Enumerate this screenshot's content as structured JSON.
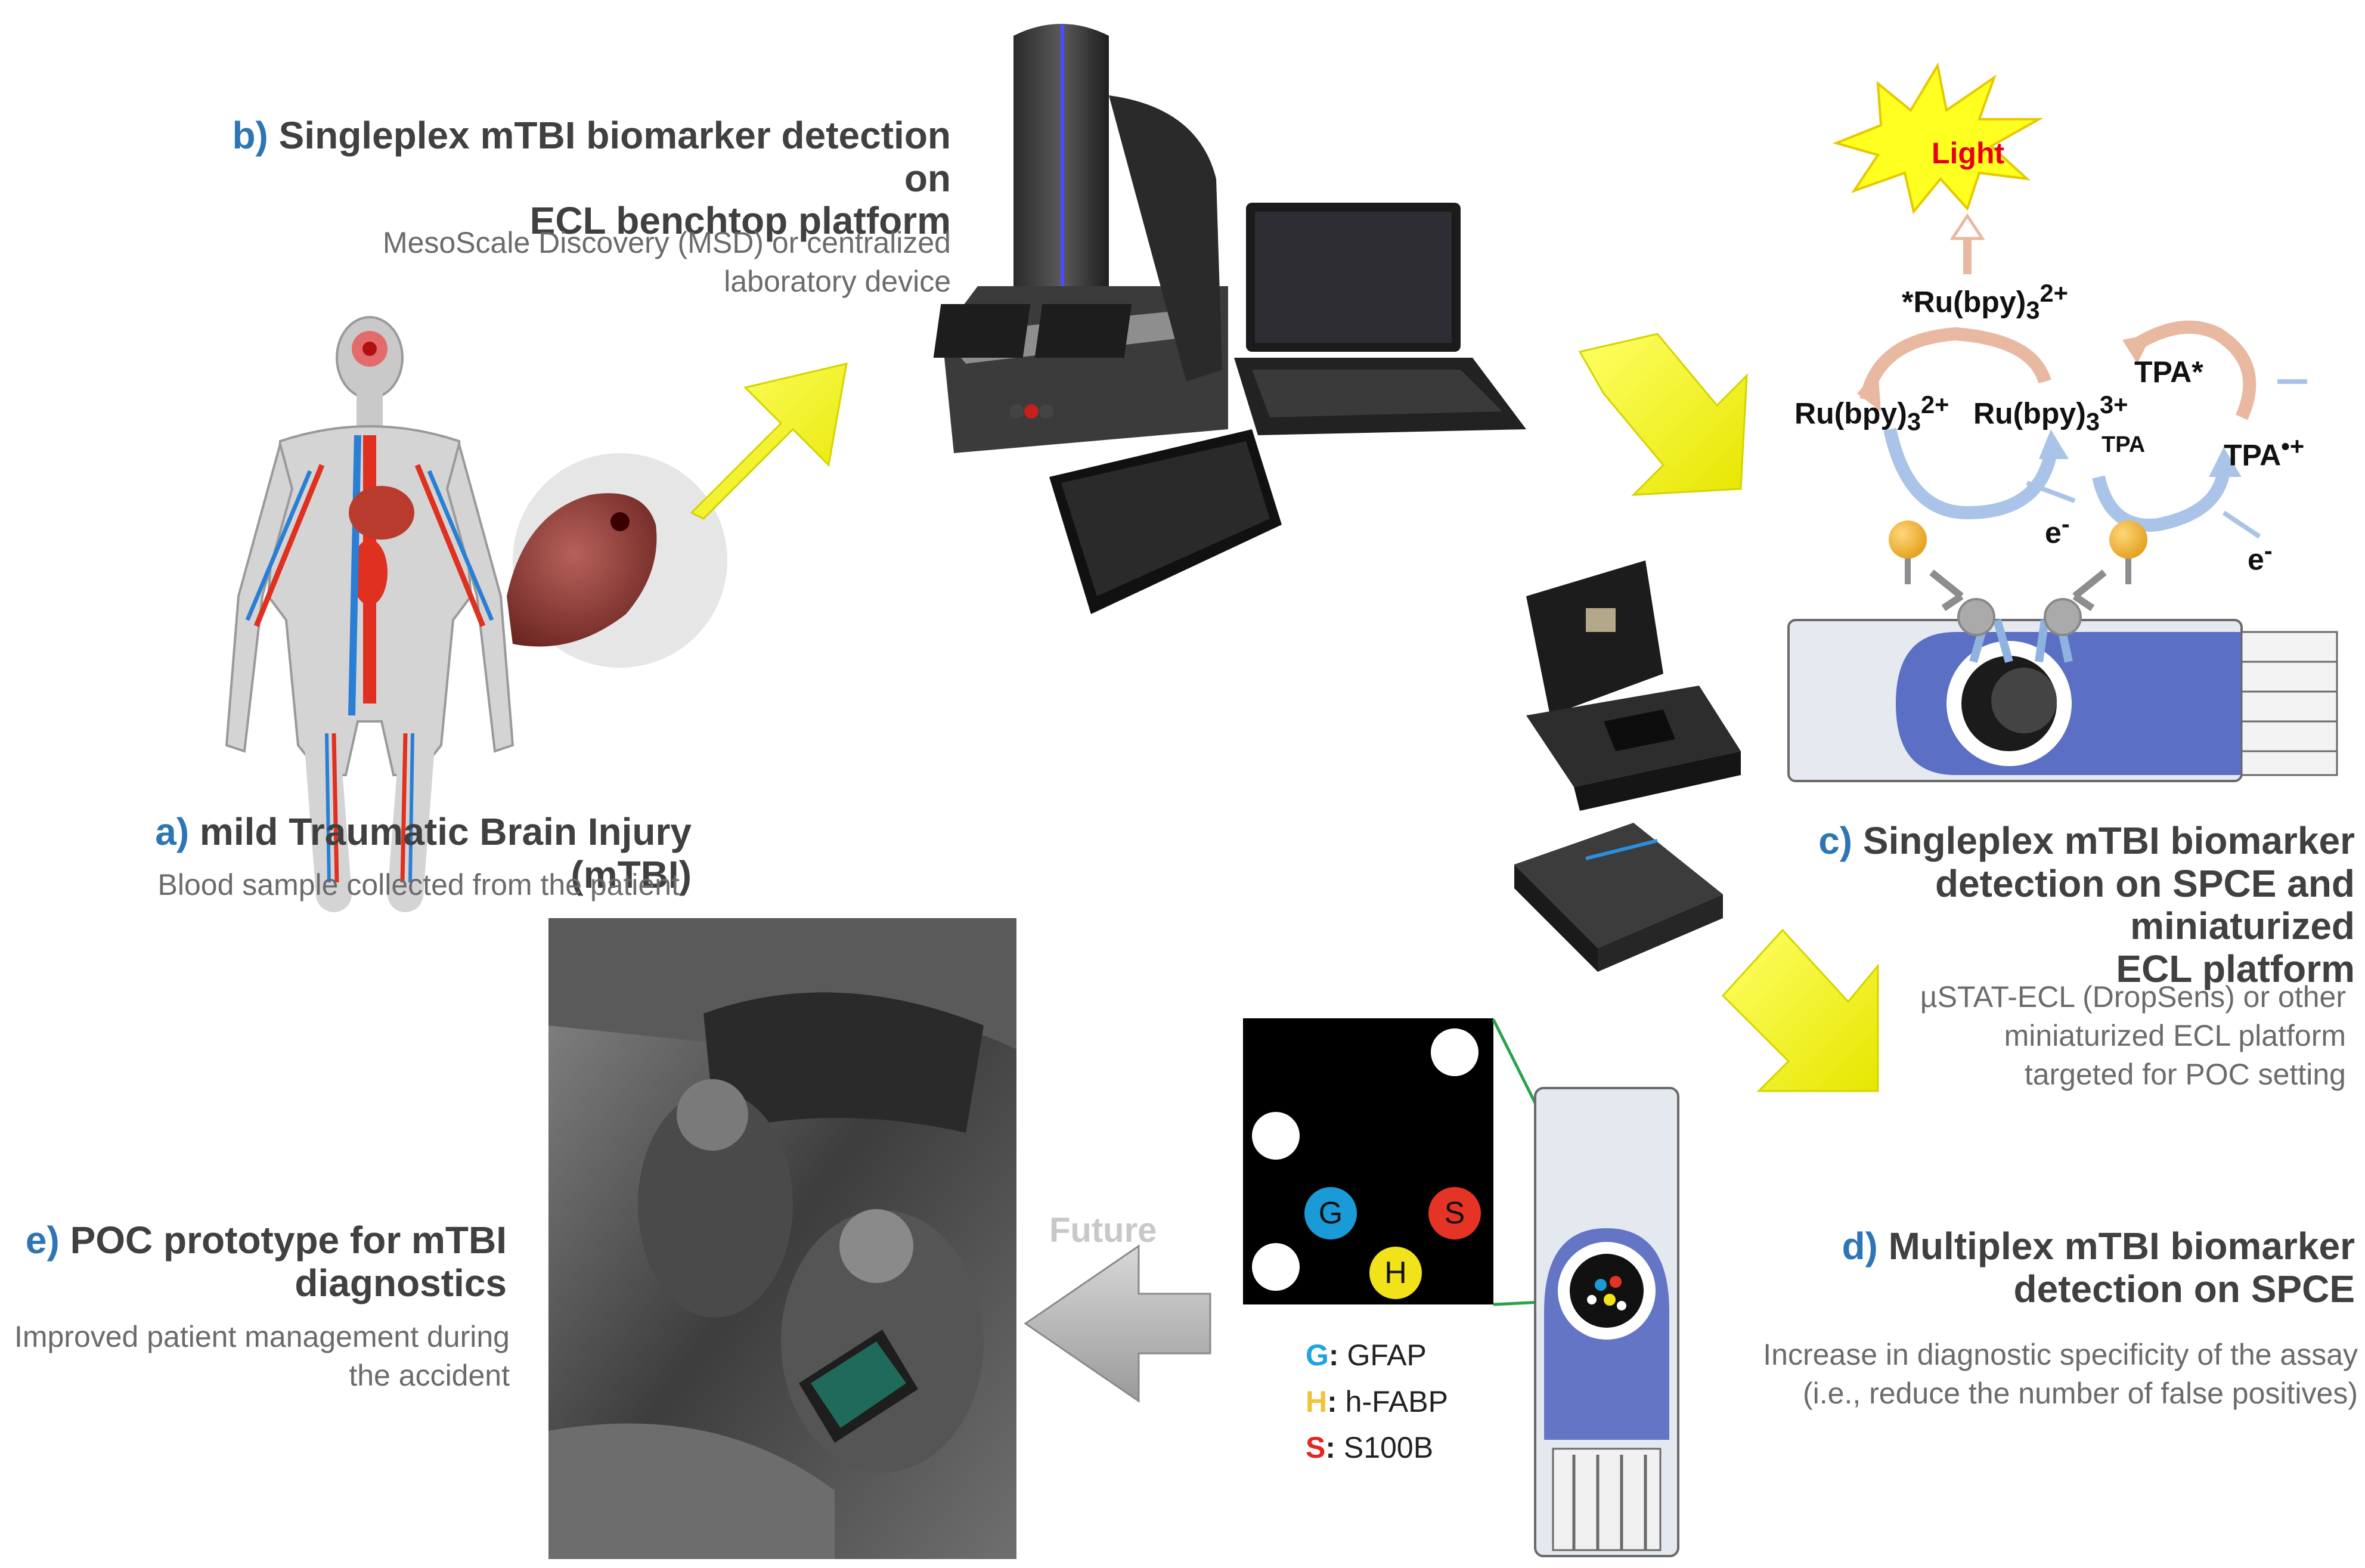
{
  "panel_a": {
    "letter": "a)",
    "title": "mild Traumatic Brain Injury (mTBI)",
    "subtitle": "Blood sample collected from the patient"
  },
  "panel_b": {
    "letter": "b)",
    "title_line1": "Singleplex mTBI biomarker detection on",
    "title_line2": "ECL benchtop platform",
    "subtitle_line1": "MesoScale Discovery (MSD) or centralized",
    "subtitle_line2": "laboratory device"
  },
  "panel_c": {
    "letter": "c)",
    "title_line1": "Singleplex mTBI biomarker",
    "title_line2": "detection on SPCE and miniaturized",
    "title_line3": "ECL platform",
    "subtitle_line1": "µSTAT-ECL (DropSens) or other",
    "subtitle_line2": "miniaturized ECL platform",
    "subtitle_line3": "targeted for POC setting"
  },
  "panel_d": {
    "letter": "d)",
    "title_line1": "Multiplex mTBI biomarker",
    "title_line2": "detection on SPCE",
    "subtitle_line1": "Increase in diagnostic specificity of the assay",
    "subtitle_line2": "(i.e., reduce the number of false positives)"
  },
  "panel_e": {
    "letter": "e)",
    "title_line1": "POC prototype for mTBI",
    "title_line2": "diagnostics",
    "subtitle_line1": "Improved patient management during",
    "subtitle_line2": "the accident"
  },
  "future_label": "Future",
  "ecl_mechanism": {
    "light": "Light",
    "excited_ru": "*Ru(bpy)",
    "excited_ru_sub": "3",
    "excited_ru_sup": "2+",
    "ru2": "Ru(bpy)",
    "ru2_sub": "3",
    "ru2_sup": "2+",
    "ru3": "Ru(bpy)",
    "ru3_sub": "3",
    "ru3_sup": "3+",
    "tpa_star": "TPA*",
    "tpa": "TPA",
    "tpa_radical": "TPA",
    "tpa_radical_sup": "•+",
    "electron": "e",
    "electron_sup": "-"
  },
  "multiplex_spots": {
    "g": "G",
    "h": "H",
    "s": "S"
  },
  "legend": [
    {
      "key": "G",
      "sep": ":",
      "name": "GFAP",
      "color": "#1fa3e0"
    },
    {
      "key": "H",
      "sep": ":",
      "name": "h-FABP",
      "color": "#f2c23a"
    },
    {
      "key": "S",
      "sep": ":",
      "name": "S100B",
      "color": "#e8241f"
    }
  ],
  "colors": {
    "accent_blue": "#2e75b6",
    "arrow_yellow": "#ffff00",
    "spot_g": "#1a9ad6",
    "spot_h": "#f2e21a",
    "spot_s": "#e53325"
  }
}
